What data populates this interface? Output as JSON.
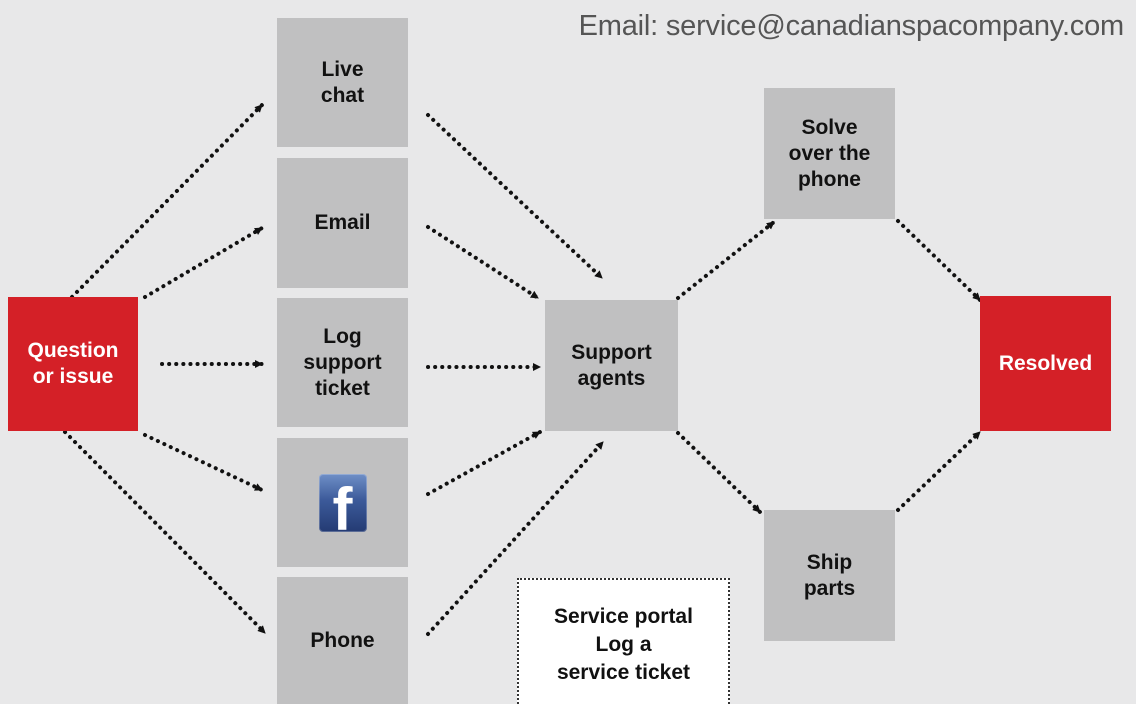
{
  "header": {
    "email": "Email: service@canadianspacompany.com"
  },
  "nodes": {
    "question": "Question\nor issue",
    "live_chat": "Live\nchat",
    "email": "Email",
    "log_ticket": "Log\nsupport\nticket",
    "facebook_icon": "facebook-icon",
    "phone": "Phone",
    "support_agents": "Support\nagents",
    "solve_phone": "Solve\nover the\nphone",
    "ship_parts": "Ship\nparts",
    "resolved": "Resolved"
  },
  "portal": {
    "label": "Service portal\nLog a\nservice ticket"
  },
  "colors": {
    "red": "#d42027",
    "grey": "#c0c0c1",
    "background": "#e8e8e9",
    "arrow": "#111111"
  }
}
